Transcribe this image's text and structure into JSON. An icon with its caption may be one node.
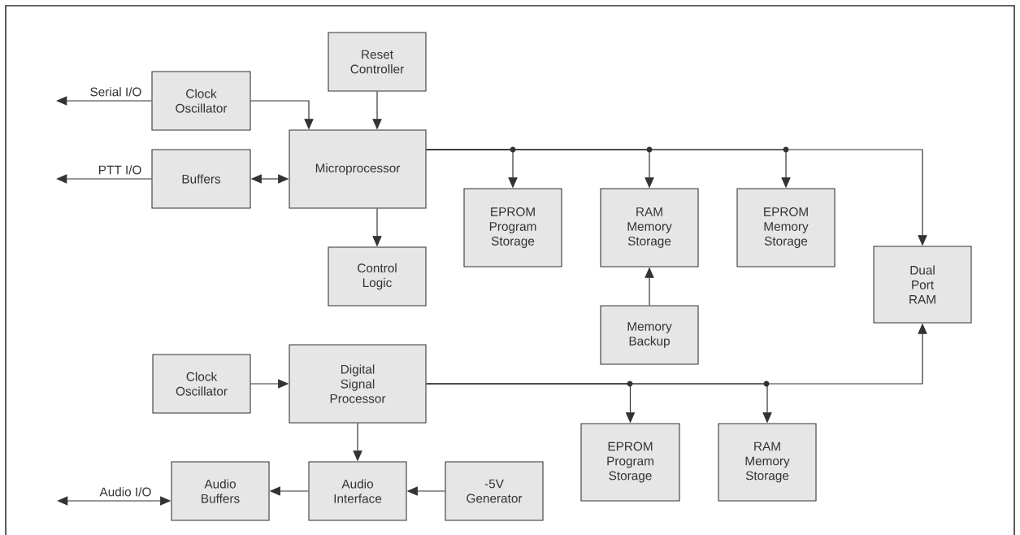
{
  "diagram": {
    "nodes": [
      {
        "text": [
          "Reset Controller"
        ]
      },
      {
        "text": [
          "Clock Oscillator"
        ]
      },
      {
        "text": [
          "Microprocessor"
        ]
      },
      {
        "text": [
          "Buffers"
        ]
      },
      {
        "text": [
          "Control Logic"
        ]
      },
      {
        "text": [
          "EPROM Program Storage"
        ]
      },
      {
        "text": [
          "RAM Memory Storage"
        ]
      },
      {
        "text": [
          "EPROM Memory Storage"
        ]
      },
      {
        "text": [
          "Dual Port RAM"
        ]
      },
      {
        "text": [
          "Memory Backup"
        ]
      },
      {
        "text": [
          "Clock Oscillator"
        ]
      },
      {
        "text": [
          "Digital Signal Processor"
        ]
      },
      {
        "text": [
          "EPROM Program Storage"
        ]
      },
      {
        "text": [
          "RAM Memory Storage"
        ]
      },
      {
        "text": [
          "Audio Buffers"
        ]
      },
      {
        "text": [
          "Audio Interface"
        ]
      },
      {
        "text": [
          "-5V Generator"
        ]
      }
    ],
    "edges": [
      {
        "from": 1,
        "to": null,
        "arrow": "to",
        "label": "Serial I/O"
      },
      {
        "from": 3,
        "to": null,
        "arrow": "to",
        "label": "PTT I/O"
      },
      {
        "from": 1,
        "to": 2,
        "arrow": "to"
      },
      {
        "from": 0,
        "to": 2,
        "arrow": "to"
      },
      {
        "from": 3,
        "to": 2,
        "arrow": "both"
      },
      {
        "from": 2,
        "to": 4,
        "arrow": "to"
      },
      {
        "from": 2,
        "to": 5,
        "arrow": "to"
      },
      {
        "from": 2,
        "to": 6,
        "arrow": "to"
      },
      {
        "from": 2,
        "to": 7,
        "arrow": "to"
      },
      {
        "from": 2,
        "to": 8,
        "arrow": "to"
      },
      {
        "from": 9,
        "to": 6,
        "arrow": "to"
      },
      {
        "from": 10,
        "to": 11,
        "arrow": "to"
      },
      {
        "from": 11,
        "to": 12,
        "arrow": "to"
      },
      {
        "from": 11,
        "to": 13,
        "arrow": "to"
      },
      {
        "from": 11,
        "to": 8,
        "arrow": "to"
      },
      {
        "from": 11,
        "to": 15,
        "arrow": "to"
      },
      {
        "from": 15,
        "to": 14,
        "arrow": "to"
      },
      {
        "from": 16,
        "to": 15,
        "arrow": "to"
      },
      {
        "from": null,
        "to": 14,
        "arrow": "both",
        "label": "Audio I/O"
      }
    ]
  }
}
